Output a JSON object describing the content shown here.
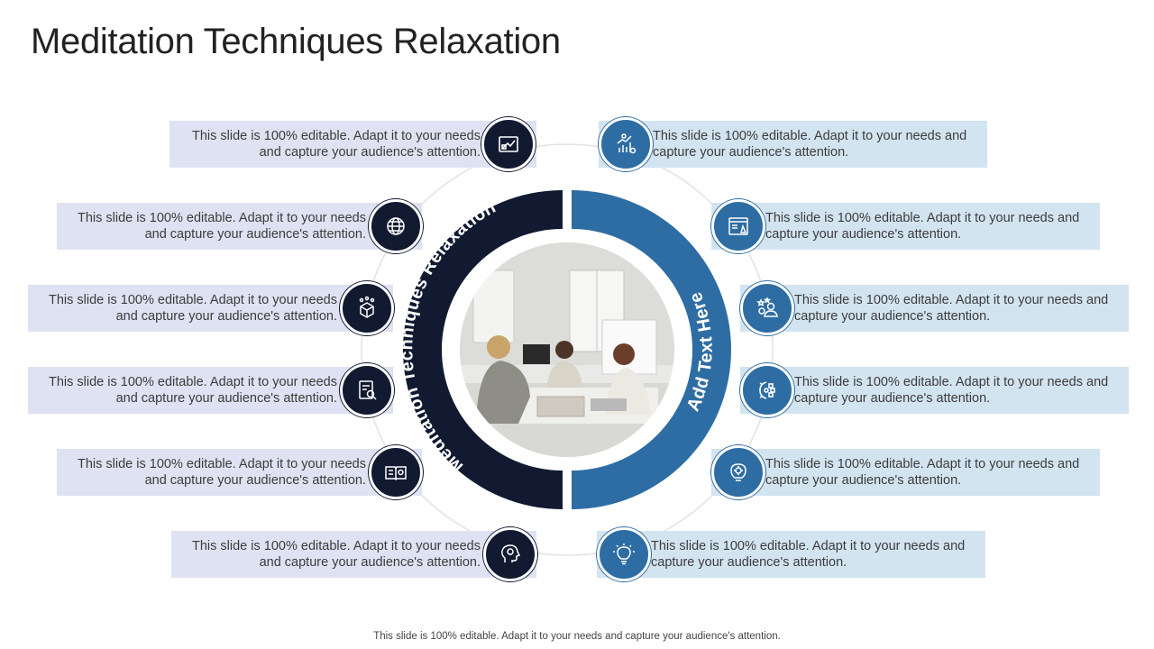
{
  "title": "Meditation Techniques Relaxation",
  "ring": {
    "left_label": "Meditation Techniques Relaxation",
    "right_label": "Add Text Here"
  },
  "colors": {
    "dark": "#121a31",
    "blue": "#2e6da4",
    "left_box": "#dfe2f2",
    "right_box": "#d3e4f1"
  },
  "photo": {
    "description_icon": "team-meeting-photo"
  },
  "left_items": [
    {
      "text": "This slide is 100% editable. Adapt it to your needs and capture your audience's attention.",
      "icon": "chart-board-icon"
    },
    {
      "text": "This slide is 100% editable. Adapt it to your needs and capture your audience's attention.",
      "icon": "globe-icon"
    },
    {
      "text": "This slide is 100% editable. Adapt it to your needs and capture your audience's attention.",
      "icon": "box-network-icon"
    },
    {
      "text": "This slide is 100% editable. Adapt it to your needs and capture your audience's attention.",
      "icon": "report-search-icon"
    },
    {
      "text": "This slide is 100% editable. Adapt it to your needs and capture your audience's attention.",
      "icon": "open-book-icon"
    },
    {
      "text": "This slide is 100% editable. Adapt it to your needs and capture your audience's attention.",
      "icon": "head-idea-icon"
    }
  ],
  "right_items": [
    {
      "text": "This slide is 100% editable. Adapt it to your needs and capture your audience's attention.",
      "icon": "growth-chart-icon"
    },
    {
      "text": "This slide is 100% editable. Adapt it to your needs and capture your audience's attention.",
      "icon": "web-page-icon"
    },
    {
      "text": "This slide is 100% editable. Adapt it to your needs and capture your audience's attention.",
      "icon": "user-rating-icon"
    },
    {
      "text": "This slide is 100% editable. Adapt it to your needs and capture your audience's attention.",
      "icon": "gear-settings-icon"
    },
    {
      "text": "This slide is 100% editable. Adapt it to your needs and capture your audience's attention.",
      "icon": "bulb-gear-icon"
    },
    {
      "text": "This slide is 100% editable. Adapt it to your needs and capture your audience's attention.",
      "icon": "bulb-idea-icon"
    }
  ],
  "footer": "This slide is 100% editable. Adapt it to your needs and capture your audience's attention."
}
